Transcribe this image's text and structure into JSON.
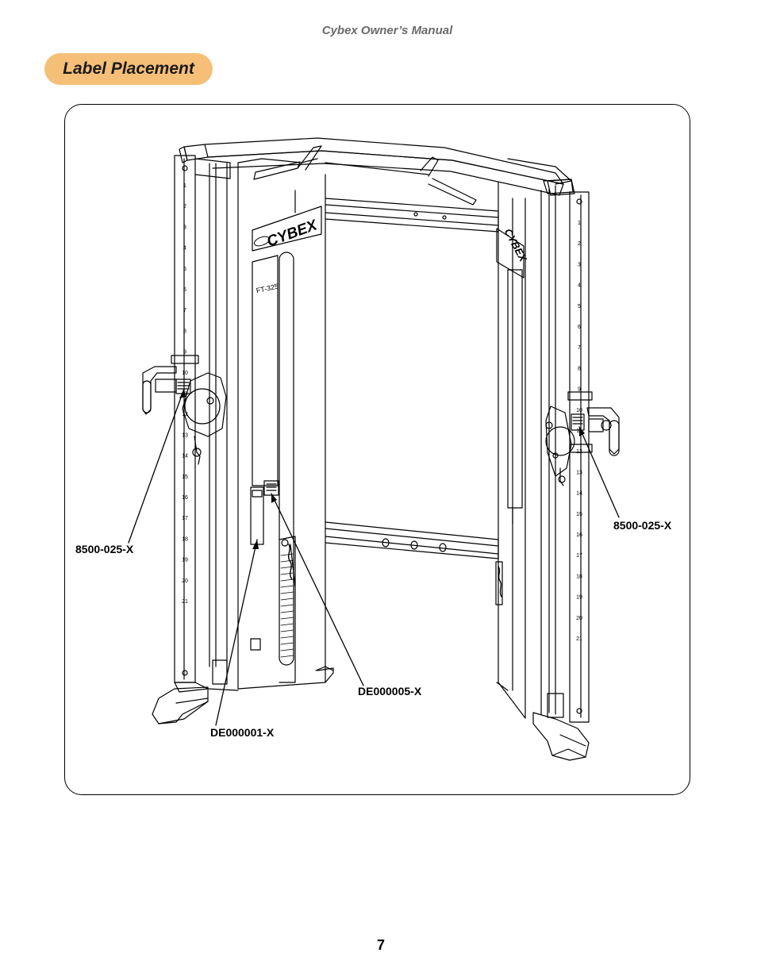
{
  "header": {
    "running_title": "Cybex Owner’s Manual"
  },
  "section": {
    "title": "Label Placement"
  },
  "figure": {
    "callouts": {
      "left_handle": "8500-025-X",
      "right_handle": "8500-025-X",
      "upper_label": "DE000005-X",
      "lower_label": "DE000001-X"
    },
    "brand_text": "CYBEX",
    "model_text": "FT-325",
    "left_scale": [
      "1",
      "2",
      "3",
      "4",
      "5",
      "6",
      "7",
      "8",
      "9",
      "10",
      "11",
      "12",
      "13",
      "14",
      "15",
      "16",
      "17",
      "18",
      "19",
      "20",
      "21"
    ],
    "right_scale": [
      "1",
      "2",
      "3",
      "4",
      "5",
      "6",
      "7",
      "8",
      "9",
      "10",
      "11",
      "12",
      "13",
      "14",
      "15",
      "16",
      "17",
      "18",
      "19",
      "20",
      "21"
    ]
  },
  "footer": {
    "page_number": "7"
  }
}
